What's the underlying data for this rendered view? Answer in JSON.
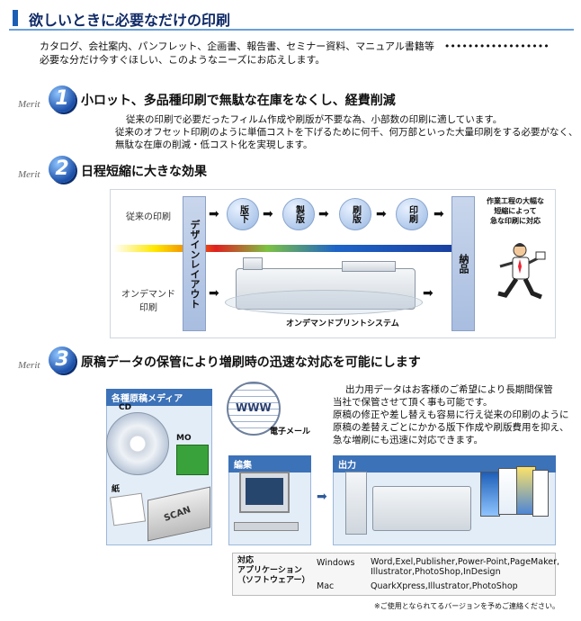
{
  "header": {
    "title": "欲しいときに必要なだけの印刷"
  },
  "intro": {
    "line1": "カタログ、会社案内、パンフレット、企画書、報告書、セミナー資料、マニュアル書籍等　••••••••••••••••••",
    "line2": "必要な分だけ今すぐほしい、このようなニーズにお応えします。"
  },
  "merits": [
    {
      "label": "Merit",
      "number": "1",
      "heading": "小ロット、多品種印刷で無駄な在庫をなくし、経費削減",
      "lines": [
        "従来の印刷で必要だったフィルム作成や刷版が不要な為、小部数の印刷に適しています。",
        "従来のオフセット印刷のように単価コストを下げるために何千、何万部といった大量印刷をする必要がなく、",
        "無駄な在庫の削減・低コスト化を実現します。"
      ]
    },
    {
      "label": "Merit",
      "number": "2",
      "heading": "日程短縮に大きな効果"
    },
    {
      "label": "Merit",
      "number": "3",
      "heading": "原稿データの保管により増刷時の迅速な対応を可能にします"
    }
  ],
  "flow": {
    "conventional_label": "従来の印刷",
    "ondemand_label": "オンデマンド\n印刷",
    "design_box": "デザインレイアウト",
    "steps": [
      "版下",
      "製版",
      "刷版",
      "印刷"
    ],
    "delivery_box": "納品",
    "system_label": "オンデマンドプリントシステム",
    "side_note": "作業工程の大幅な\n短縮によって\n急な印刷に対応"
  },
  "merit3": {
    "media_panel": "各種原稿メディア",
    "cd_label": "CD",
    "mo_label": "MO",
    "paper_label": "紙",
    "scan_label": "SCAN",
    "email_label": "電子メール",
    "www_label": "WWW",
    "edit_panel": "編集",
    "output_panel": "出力",
    "text": [
      "出力用データはお客様のご希望により長期間保管",
      "当社で保管させて頂く事も可能です。",
      "原稿の修正や差し替えも容易に行え従来の印刷のように",
      "原稿の差替えごとにかかる版下作成や刷版費用を抑え、",
      "急な増刷にも迅速に対応できます。"
    ]
  },
  "apps": {
    "label": "対応\nアプリケーション\n（ソフトウェアー）",
    "windows_os": "Windows",
    "windows_apps_1": "Word,Exel,Publisher,Power-Point,PageMaker,",
    "windows_apps_2": "Illustrator,PhotoShop,InDesign",
    "mac_os": "Mac",
    "mac_apps": "QuarkXpress,Illustrator,PhotoShop"
  },
  "footnote": "※ご使用となられてるバージョンを予めご連絡ください。",
  "colors": {
    "title": "#0f2a66",
    "accent": "#1a5fb4",
    "panel": "#3c72b8"
  }
}
